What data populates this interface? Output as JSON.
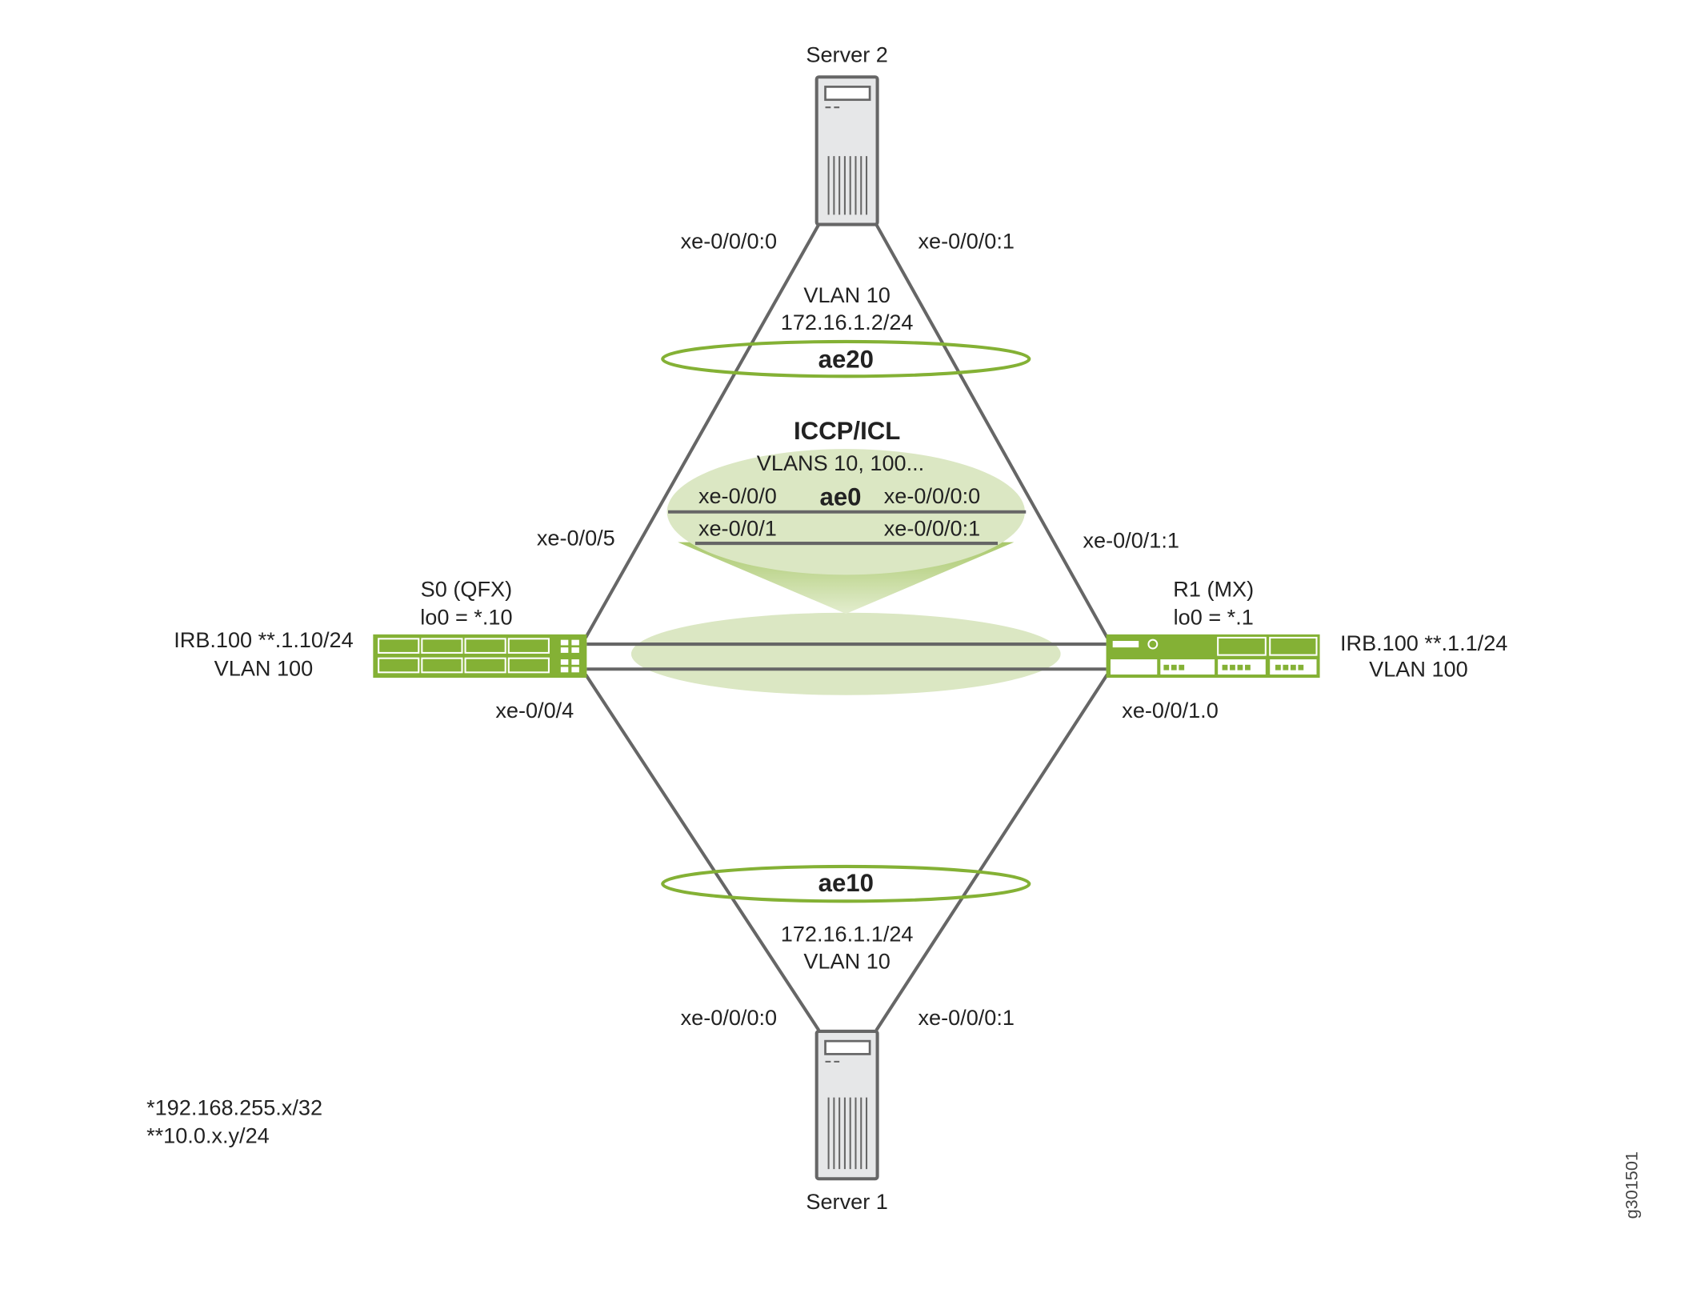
{
  "nodes": {
    "server2": {
      "label": "Server 2"
    },
    "server1": {
      "label": "Server 1"
    },
    "s0": {
      "name": "S0 (QFX)",
      "lo0": "lo0  = *.10",
      "irb": "IRB.100 **.1.10/24",
      "vlan": "VLAN 100"
    },
    "r1": {
      "name": "R1 (MX)",
      "lo0": "lo0 = *.1",
      "irb": "IRB.100 **.1.1/24",
      "vlan": "VLAN 100"
    }
  },
  "interfaces": {
    "s2_left": "xe-0/0/0:0",
    "s2_right": "xe-0/0/0:1",
    "s1_left": "xe-0/0/0:0",
    "s1_right": "xe-0/0/0:1",
    "s0_up": "xe-0/0/5",
    "s0_down": "xe-0/0/4",
    "r1_up": "xe-0/0/1:1",
    "r1_down": "xe-0/0/1.0"
  },
  "ae20": {
    "label": "ae20",
    "vlan": "VLAN 10",
    "ip": "172.16.1.2/24"
  },
  "ae10": {
    "label": "ae10",
    "vlan": "VLAN 10",
    "ip": "172.16.1.1/24"
  },
  "iccp": {
    "title": "ICCP/ICL",
    "vlans": "VLANS 10, 100...",
    "ae": "ae0",
    "left_ports": [
      "xe-0/0/0",
      "xe-0/0/1"
    ],
    "right_ports": [
      "xe-0/0/0:0",
      "xe-0/0/0:1"
    ]
  },
  "legend": [
    "*192.168.255.x/32",
    "**10.0.x.y/24"
  ],
  "figure_id": "g301501",
  "colors": {
    "green": "#84b135",
    "light_green": "#dbe7c3",
    "line": "#666666",
    "server_fill": "#e6e7e8"
  }
}
